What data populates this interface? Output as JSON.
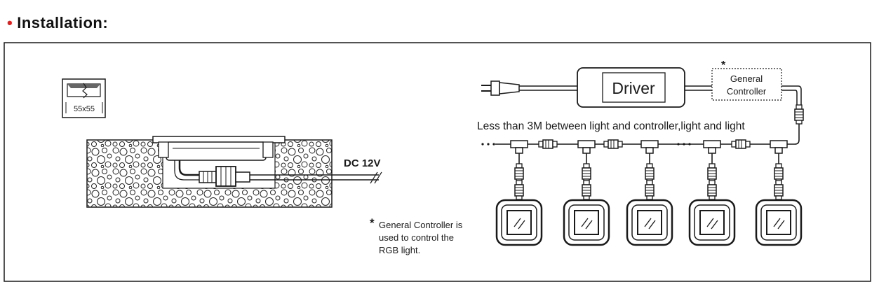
{
  "section": {
    "bullet": "•",
    "title": "Installation:"
  },
  "cutout": {
    "size_label": "55x55"
  },
  "voltage": {
    "label": "DC 12V"
  },
  "driver": {
    "label": "Driver"
  },
  "controller": {
    "line1": "General",
    "line2": "Controller",
    "asterisk": "*"
  },
  "distance_note": "Less than 3M between light and controller,light and light",
  "footnote": {
    "asterisk": "*",
    "line1": "General Controller  is",
    "line2": "used to control the",
    "line3": "RGB light."
  },
  "colors": {
    "ink": "#1a1a1a",
    "bullet": "#e02020"
  }
}
